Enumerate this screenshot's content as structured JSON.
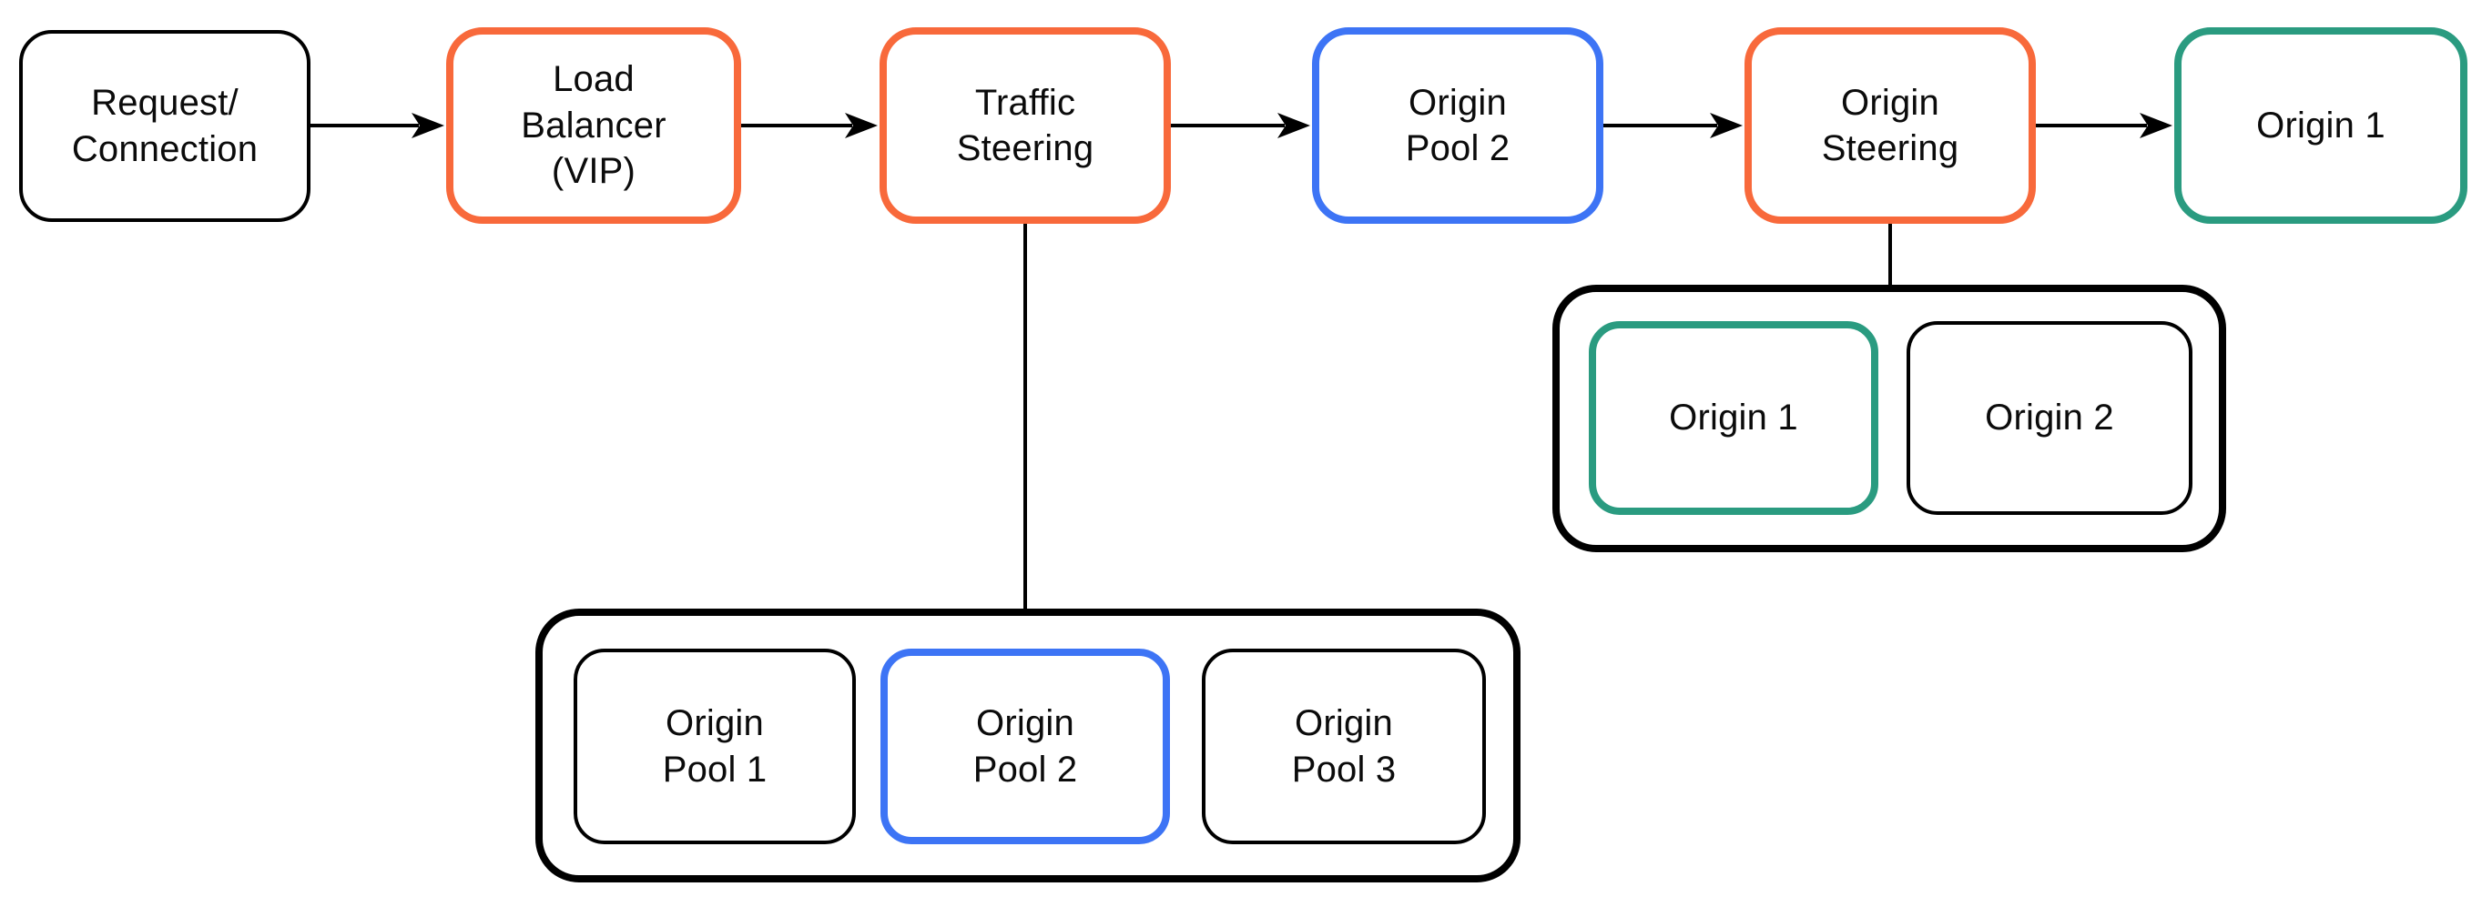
{
  "diagram": {
    "title": "load-balancer-traffic-flow",
    "nodes": {
      "request_connection": {
        "label": "Request/\nConnection"
      },
      "load_balancer": {
        "label": "Load\nBalancer\n(VIP)"
      },
      "traffic_steering": {
        "label": "Traffic\nSteering"
      },
      "origin_pool_2": {
        "label": "Origin\nPool 2"
      },
      "origin_steering": {
        "label": "Origin\nSteering"
      },
      "origin_1": {
        "label": "Origin 1"
      }
    },
    "pool_group": {
      "items": [
        {
          "label": "Origin\nPool 1"
        },
        {
          "label": "Origin\nPool 2"
        },
        {
          "label": "Origin\nPool 3"
        }
      ]
    },
    "origin_group": {
      "items": [
        {
          "label": "Origin 1"
        },
        {
          "label": "Origin 2"
        }
      ]
    }
  },
  "colors": {
    "orange": "#F8693B",
    "blue": "#3D74F5",
    "green": "#2A9B80",
    "outline": "#000000"
  }
}
